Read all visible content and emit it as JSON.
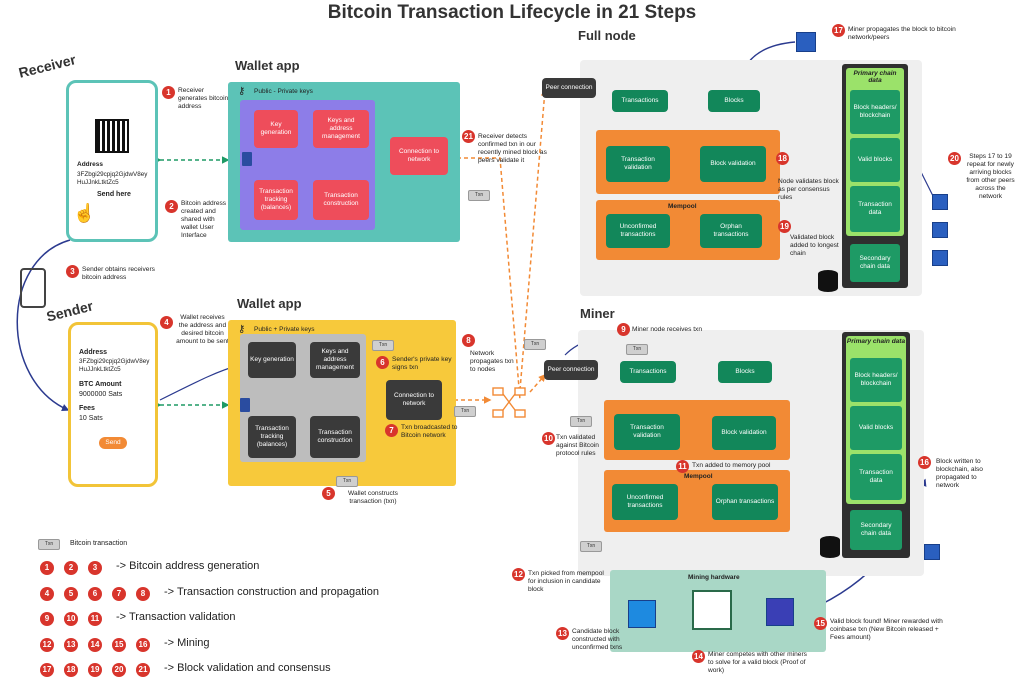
{
  "title": "Bitcoin Transaction Lifecycle in 21 Steps",
  "labels": {
    "receiver": "Receiver",
    "sender": "Sender",
    "wallet_app_top": "Wallet app",
    "wallet_app_bottom": "Wallet app",
    "full_node": "Full node",
    "miner": "Miner",
    "public_private_top": "Public - Private keys",
    "public_private_bottom": "Public + Private keys",
    "mempool_top": "Mempool",
    "mempool_bottom": "Mempool",
    "mining_hardware": "Mining hardware",
    "primary_chain_top": "Primary chain data",
    "primary_chain_bottom": "Primary chain data",
    "txn": "Txn"
  },
  "receiver_phone": {
    "address_label": "Address",
    "address": "3FZbgi29cpjq2GjdwV8eyHuJJnkLtktZc5",
    "send_here": "Send here"
  },
  "sender_phone": {
    "address_label": "Address",
    "address": "3FZbgi29cpjq2GjdwV8eyHuJJnkLtktZc5",
    "amount_label": "BTC Amount",
    "amount": "9000000 Sats",
    "fees_label": "Fees",
    "fees": "10 Sats",
    "send": "Send"
  },
  "wallet_top_boxes": {
    "key_generation": "Key generation",
    "keys_mgmt": "Keys and address management",
    "tx_tracking": "Transaction tracking (balances)",
    "tx_construction": "Transaction construction",
    "connection": "Connection to network"
  },
  "wallet_bottom_boxes": {
    "key_generation": "Key generation",
    "keys_mgmt": "Keys and address management",
    "tx_tracking": "Transaction tracking (balances)",
    "tx_construction": "Transaction construction",
    "connection": "Connection to network"
  },
  "full_node_boxes": {
    "peer": "Peer connection",
    "transactions": "Transactions",
    "blocks": "Blocks",
    "tx_validation": "Transaction validation",
    "block_validation": "Block validation",
    "unconfirmed": "Unconfirmed transactions",
    "orphan": "Orphan transactions",
    "headers": "Block headers/ blockchain",
    "valid_blocks": "Valid blocks",
    "tx_data": "Transaction data",
    "secondary": "Secondary chain data"
  },
  "miner_boxes": {
    "peer": "Peer connection",
    "transactions": "Transactions",
    "blocks": "Blocks",
    "tx_validation": "Transaction validation",
    "block_validation": "Block validation",
    "unconfirmed": "Unconfirmed transactions",
    "orphan": "Orphan transactions",
    "headers": "Block headers/ blockchain",
    "valid_blocks": "Valid blocks",
    "tx_data": "Transaction data",
    "secondary": "Secondary chain data"
  },
  "steps": {
    "s1": "Receiver generates bitcoin address",
    "s2": "Bitcoin address created and shared with wallet User Interface",
    "s3": "Sender obtains receivers bitcoin address",
    "s4": "Wallet receives the address and desired bitcoin amount to be sent",
    "s5": "Wallet constructs transaction (txn)",
    "s6": "Sender's private key signs txn",
    "s7": "Txn broadcasted to Bitcoin network",
    "s8": "Network propagates txn to nodes",
    "s9": "Miner node receives txn",
    "s10": "Txn validated against Bitcoin protocol rules",
    "s11": "Txn added to memory pool",
    "s12": "Txn picked from mempool for inclusion in candidate block",
    "s13": "Candidate block constructed with unconfirmed txns",
    "s14": "Miner competes with other miners to solve for a valid block (Proof of work)",
    "s15": "Valid block found! Miner rewarded with coinbase txn (New Bitcoin released + Fees amount)",
    "s16": "Block written to blockchain, also propagated to network",
    "s17": "Miner propagates the block to bitcoin network/peers",
    "s18": "Node validates block as per consensus rules",
    "s19": "Validated block added to longest chain",
    "s20": "Steps 17 to 19 repeat for newly arriving blocks from other peers across the network",
    "s21": "Receiver detects confirmed txn in our recently mined block as peers validate it"
  },
  "legend": {
    "txn_desc": "Bitcoin transaction",
    "rows": [
      {
        "nums": [
          "1",
          "2",
          "3"
        ],
        "text": "->  Bitcoin address generation"
      },
      {
        "nums": [
          "4",
          "5",
          "6",
          "7",
          "8"
        ],
        "text": "->  Transaction construction and propagation"
      },
      {
        "nums": [
          "9",
          "10",
          "11"
        ],
        "text": "->  Transaction validation"
      },
      {
        "nums": [
          "12",
          "13",
          "14",
          "15",
          "16"
        ],
        "text": "->  Mining"
      },
      {
        "nums": [
          "17",
          "18",
          "19",
          "20",
          "21"
        ],
        "text": "->  Block validation and consensus"
      }
    ]
  },
  "colors": {
    "step_red": "#d8352c",
    "wallet_teal": "#5cc3b7",
    "wallet_yellow": "#f7c93b",
    "node_green": "#12875a",
    "mempool_orange": "#f28a35",
    "chain_dark": "#2f2f2f"
  }
}
